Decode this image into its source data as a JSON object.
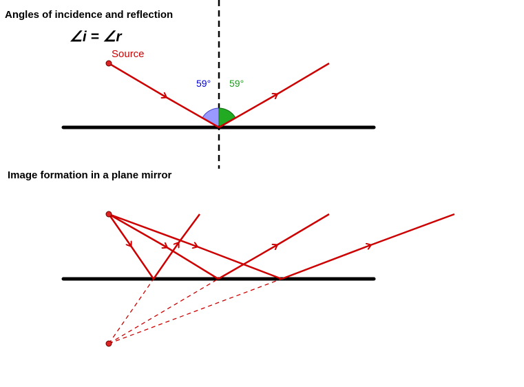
{
  "section1": {
    "title": "Angles of incidence and reflection",
    "formula": "∠i = ∠r",
    "source_label": "Source",
    "incidence_angle_label": "59°",
    "reflection_angle_label": "59°"
  },
  "section2": {
    "title": "Image formation in a plane mirror"
  },
  "colors": {
    "ray": "#cc0000",
    "mirror": "#000000",
    "normal": "#000000",
    "incidence_angle_fill": "#9999ff",
    "incidence_angle_label": "#0000cc",
    "reflection_angle_fill": "#22aa22",
    "reflection_angle_label": "#229922"
  }
}
